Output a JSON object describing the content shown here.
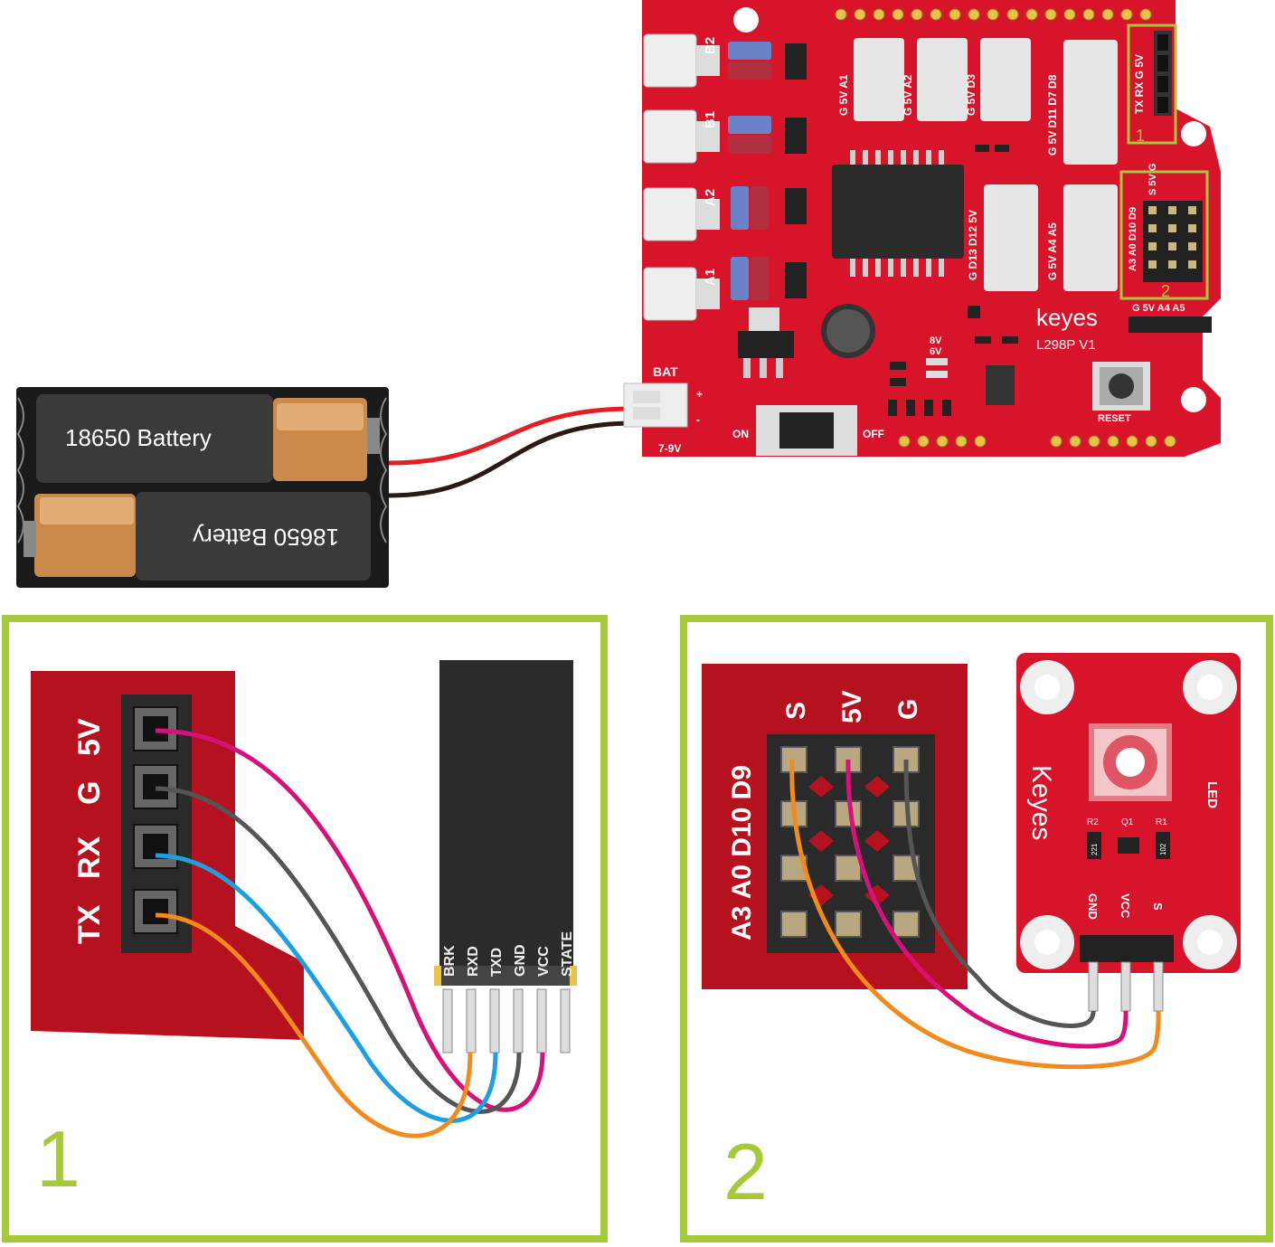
{
  "battery": {
    "cell_top": "18650  Battery",
    "cell_bottom": "18650  Battery"
  },
  "board": {
    "brand": "keyes",
    "model": "L298P V1",
    "bat_label": "BAT",
    "bat_voltage": "7-9V",
    "plus": "+",
    "minus": "-",
    "on_label": "ON",
    "off_label": "OFF",
    "reset_label": "RESET",
    "motor_labels": [
      "B2",
      "B1",
      "A2",
      "A1"
    ],
    "jumper_top": "8V",
    "jumper_bottom": "6V",
    "servo_labels": [
      "G  5V  A1",
      "G  5V  A2",
      "G  5V  D3"
    ],
    "header_d8": "G  5V D11 D7  D8",
    "header_d13": "G  D13 D12 5V",
    "header_a5": "G  5V  A4  A5",
    "bt_header": "TX  RX   G   5V",
    "sensor_cols": "S   5V   G",
    "sensor_rows": "A3 A0 D10 D9",
    "bottom_header": "G   5V  A4  A5",
    "marker1": "1",
    "marker2": "2"
  },
  "panel1": {
    "number": "1",
    "pin_labels": [
      "TX",
      "RX",
      "G",
      "5V"
    ],
    "module_pins": [
      "BRK",
      "RXD",
      "TXD",
      "GND",
      "VCC",
      "STATE"
    ]
  },
  "panel2": {
    "number": "2",
    "col_labels": [
      "S",
      "5V",
      "G"
    ],
    "row_labels": "A3 A0 D10 D9",
    "module_brand": "Keyes",
    "module_name": "LED",
    "pin_labels": [
      "GND",
      "VCC",
      "S"
    ],
    "parts": [
      "R2",
      "Q1",
      "R1"
    ],
    "resistor_codes": [
      "221",
      "102"
    ]
  },
  "colors": {
    "board_red": "#d7142a",
    "module_red": "#b5111f",
    "frame_green": "#a6c93a",
    "wire_pink": "#d6127a",
    "wire_gray": "#555555",
    "wire_blue": "#1ea0e0",
    "wire_orange": "#f28a1c",
    "wire_red": "#e31e24",
    "wire_black": "#2a1a14"
  }
}
